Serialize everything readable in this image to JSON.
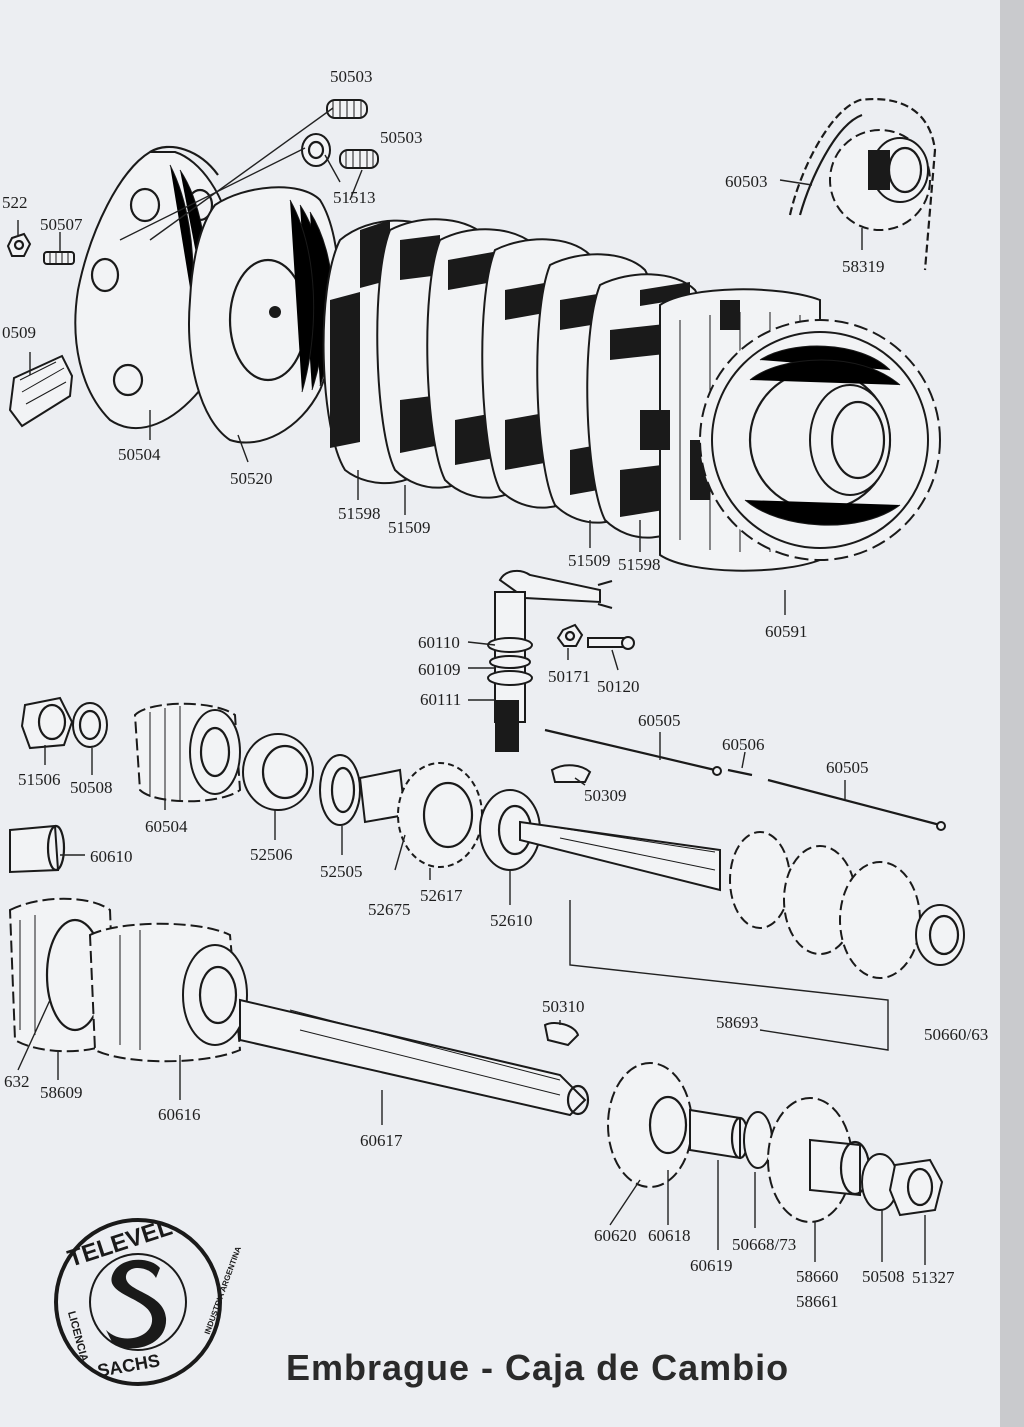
{
  "title": "Embrague - Caja de Cambio",
  "logo": {
    "brand": "TELEVEL",
    "license": "LICENCIA",
    "licensor": "SACHS",
    "origin": "INDUSTRIA ARGENTINA"
  },
  "parts": [
    "50503",
    "50503",
    "51513",
    "522",
    "50507",
    "0509",
    "50504",
    "50520",
    "51598",
    "51509",
    "51509",
    "51598",
    "60503",
    "58319",
    "60591",
    "60110",
    "60109",
    "60111",
    "50171",
    "50120",
    "51506",
    "50508",
    "60504",
    "52506",
    "52505",
    "52675",
    "52617",
    "52610",
    "60505",
    "60506",
    "60505",
    "50309",
    "60610",
    "632",
    "58609",
    "60616",
    "60617",
    "50310",
    "58693",
    "50660/63",
    "60620",
    "60618",
    "60619",
    "50668/73",
    "58660",
    "58661",
    "50508",
    "51327"
  ]
}
